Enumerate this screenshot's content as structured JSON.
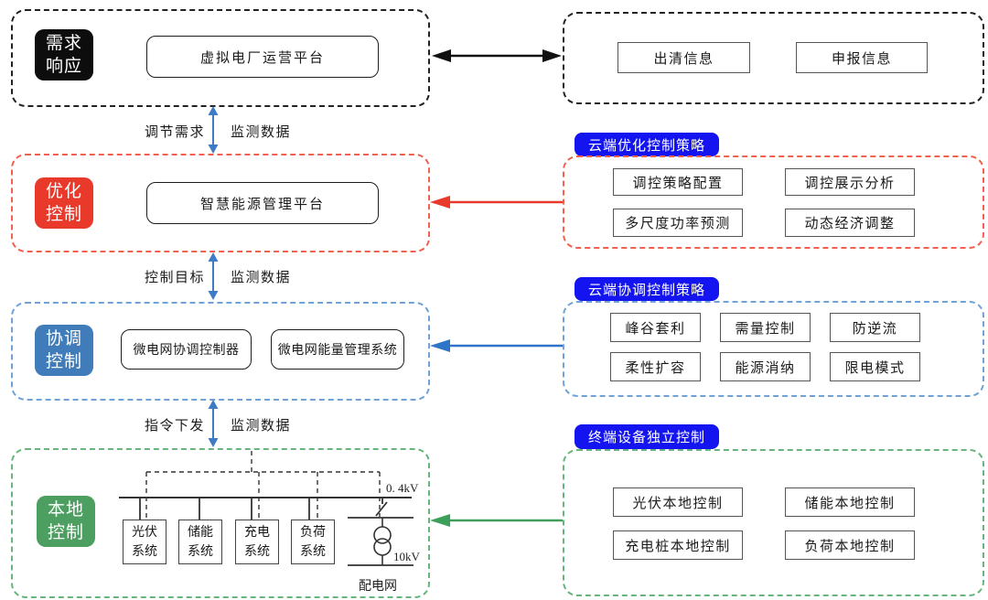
{
  "left_panels": {
    "demand": {
      "tag": {
        "line1": "需求",
        "line2": "响应"
      },
      "platform": "虚拟电厂运营平台"
    },
    "optimize": {
      "tag": {
        "line1": "优化",
        "line2": "控制"
      },
      "platform": "智慧能源管理平台"
    },
    "coordinate": {
      "tag": {
        "line1": "协调",
        "line2": "控制"
      },
      "controller": "微电网协调控制器",
      "ems": "微电网能量管理系统"
    },
    "local": {
      "tag": {
        "line1": "本地",
        "line2": "控制"
      },
      "systems": [
        {
          "line1": "光伏",
          "line2": "系统"
        },
        {
          "line1": "储能",
          "line2": "系统"
        },
        {
          "line1": "充电",
          "line2": "系统"
        },
        {
          "line1": "负荷",
          "line2": "系统"
        }
      ],
      "bus_voltage": "0. 4kV",
      "grid_voltage": "10kV",
      "grid_name": "配电网"
    }
  },
  "flows": [
    {
      "down": "调节需求",
      "up": "监测数据"
    },
    {
      "down": "控制目标",
      "up": "监测数据"
    },
    {
      "down": "指令下发",
      "up": "监测数据"
    }
  ],
  "right_panels": {
    "market": {
      "boxes": [
        "出清信息",
        "申报信息"
      ]
    },
    "cloud_optimize": {
      "header": "云端优化控制策略",
      "boxes": [
        "调控策略配置",
        "调控展示分析",
        "多尺度功率预测",
        "动态经济调整"
      ]
    },
    "cloud_coordinate": {
      "header": "云端协调控制策略",
      "boxes": [
        "峰谷套利",
        "需量控制",
        "防逆流",
        "柔性扩容",
        "能源消纳",
        "限电模式"
      ]
    },
    "terminal": {
      "header": "终端设备独立控制",
      "boxes": [
        "光伏本地控制",
        "储能本地控制",
        "充电桩本地控制",
        "负荷本地控制"
      ]
    }
  },
  "colors": {
    "demand_tag": "#0d0d0d",
    "optimize_accent": "#e8392b",
    "coordinate_accent": "#3f7cb9",
    "local_accent": "#4c9f60",
    "header_blue": "#1414f0",
    "flow_arrow_blue": "#3f7ac5",
    "black_arrow": "#111111"
  }
}
